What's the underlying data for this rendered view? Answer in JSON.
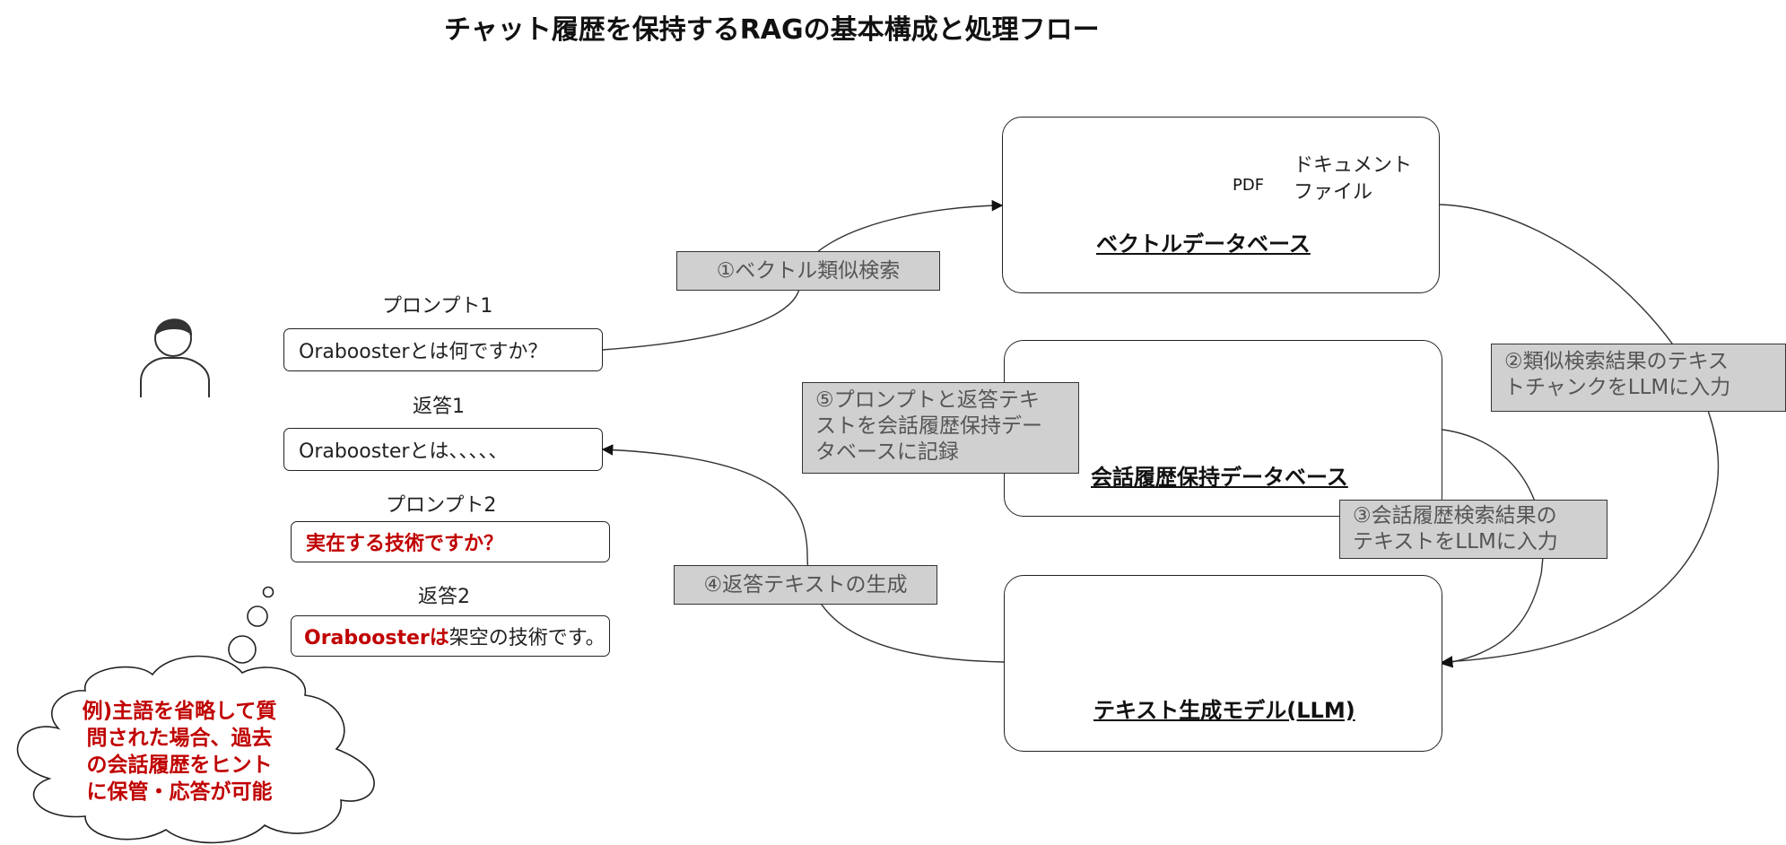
{
  "title": "チャット履歴を保持するRAGの基本構成と処理フロー",
  "conversation": {
    "prompt1_label": "プロンプト1",
    "prompt1_text": "Oraboosterとは何ですか？",
    "answer1_label": "返答1",
    "answer1_text": "Oraboosterとは、、、、、",
    "prompt2_label": "プロンプト2",
    "prompt2_text": "実在する技術ですか？",
    "answer2_label": "返答2",
    "answer2_bold": "Oraboosterは",
    "answer2_rest": "架空の技術です。"
  },
  "cloud_note": {
    "line1": "例)主語を省略して質",
    "line2": "問された場合、過去",
    "line3": "の会話履歴をヒント",
    "line4": "に保管・応答が可能"
  },
  "vector_db": {
    "title": "ベクトルデータベース",
    "pdf_text": "PDF",
    "doc_line1": "ドキュメント",
    "doc_line2": "ファイル"
  },
  "history_db": {
    "title": "会話履歴保持データベース"
  },
  "llm": {
    "title": "テキスト生成モデル(LLM)"
  },
  "steps": {
    "step1": "①ベクトル類似検索",
    "step2_line1": "②類似検索結果のテキス",
    "step2_line2": "トチャンクをLLMに入力",
    "step3_line1": "③会話履歴検索結果の",
    "step3_line2": "テキストをLLMに入力",
    "step4": "④返答テキストの生成",
    "step5_line1": "⑤プロンプトと返答テキ",
    "step5_line2": "ストを会話履歴保持デー",
    "step5_line3": "タベースに記録"
  },
  "colors": {
    "emphasis_red": "#c00000",
    "step_box_fill": "#d0d0d0",
    "step_text": "#555555"
  }
}
